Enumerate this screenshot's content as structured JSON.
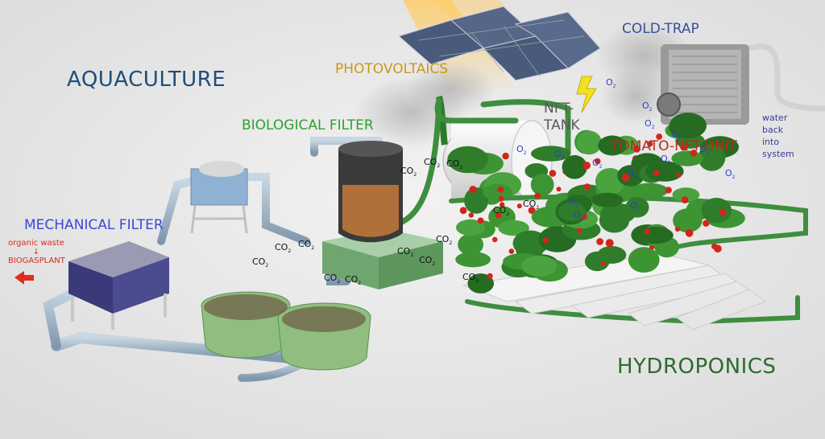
{
  "colors": {
    "aquaculture": "#1f4d7a",
    "hydroponics": "#2d6b2d",
    "biological_filter": "#2ea12e",
    "mechanical_filter": "#3a48d8",
    "photovoltaics": "#c8981c",
    "cold_trap": "#3a4e9a",
    "tomato_nft_unit": "#b52b1c",
    "nft_tank": "#5a5a5a",
    "water_back": "#3a3aa0",
    "organic_waste": "#d62b1f",
    "co2": "#111111",
    "o2": "#2b3fcc"
  },
  "labels": {
    "aquaculture": "AQUACULTURE",
    "hydroponics": "HYDROPONICS",
    "biological_filter": "BIOLOGICAL FILTER",
    "mechanical_filter": "MECHANICAL FILTER",
    "photovoltaics": "PHOTOVOLTAICS",
    "cold_trap": "COLD-TRAP",
    "nft_tank_line1": "NFT-",
    "nft_tank_line2": "TANK",
    "tomato_nft_unit": "TOMATO-NFT-UNIT",
    "water_back_line1": "water",
    "water_back_line2": "back",
    "water_back_line3": "into",
    "water_back_line4": "system",
    "organic_waste": "organic waste",
    "arrow_down": "↓",
    "biogasplant": "BIOGASPLANT"
  },
  "molecules": {
    "co2_base": "CO",
    "co2_sub": "2",
    "o2_base": "O",
    "o2_sub": "2"
  }
}
